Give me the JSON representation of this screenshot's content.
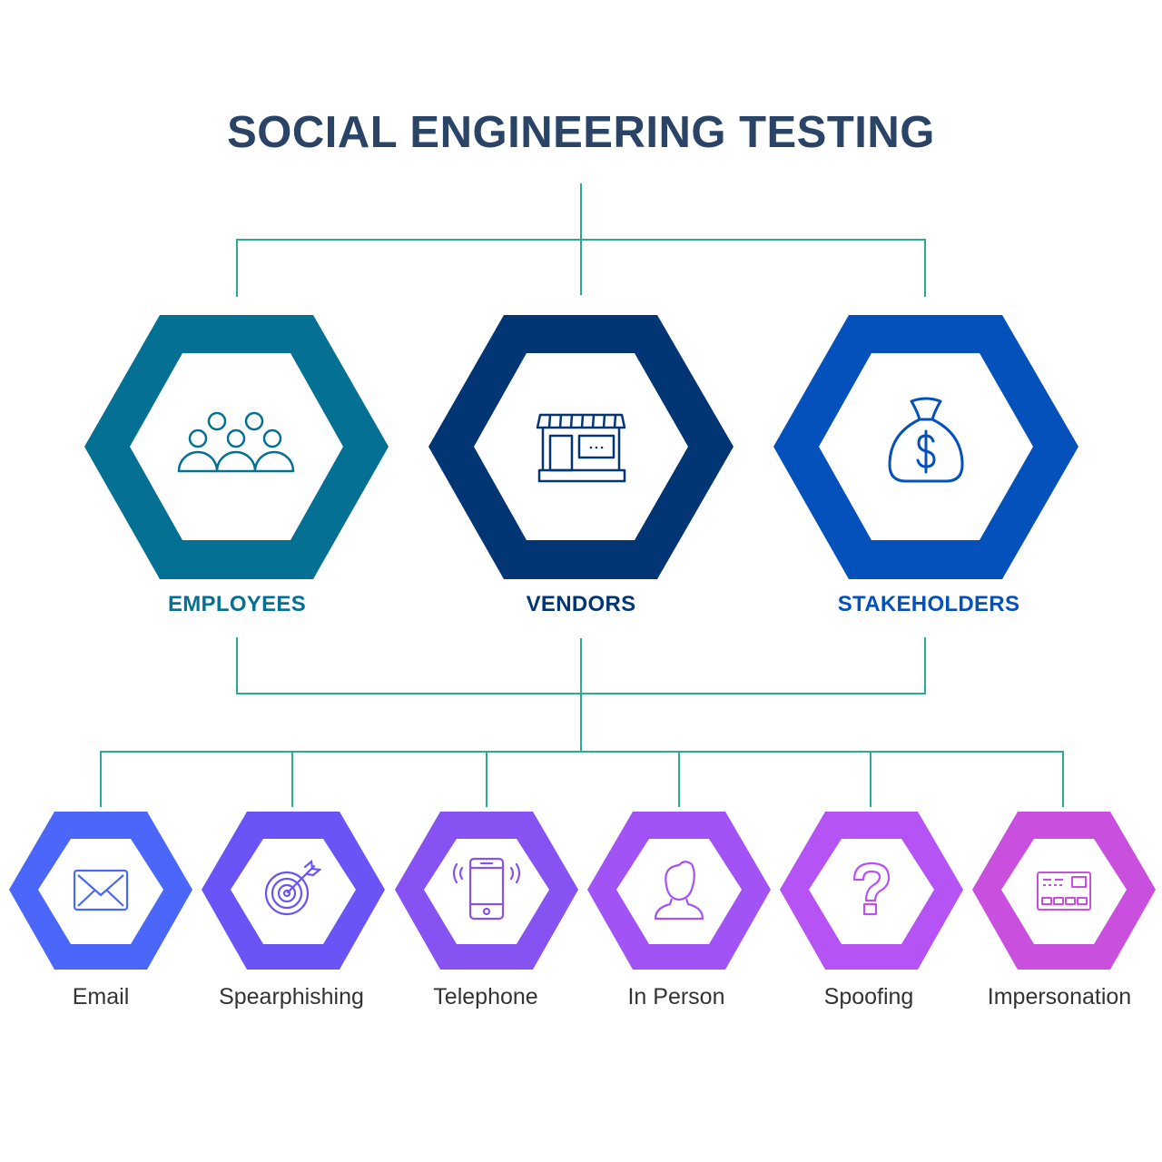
{
  "title": "SOCIAL ENGINEERING TESTING",
  "colors": {
    "title": "#2a4468",
    "connector": "#2bab95",
    "method_label": "#333333"
  },
  "categories": [
    {
      "label": "EMPLOYEES",
      "icon": "people-group-icon",
      "color": "#047093"
    },
    {
      "label": "VENDORS",
      "icon": "storefront-icon",
      "color": "#023574"
    },
    {
      "label": "STAKEHOLDERS",
      "icon": "money-bag-icon",
      "color": "#0451bb"
    }
  ],
  "methods": [
    {
      "label": "Email",
      "icon": "envelope-icon",
      "color": "#4a67fa"
    },
    {
      "label": "Spearphishing",
      "icon": "target-icon",
      "color": "#6a54f5"
    },
    {
      "label": "Telephone",
      "icon": "mobile-phone-icon",
      "color": "#8653f2"
    },
    {
      "label": "In Person",
      "icon": "person-icon",
      "color": "#a253f5"
    },
    {
      "label": "Spoofing",
      "icon": "question-mark-icon",
      "color": "#b553f5"
    },
    {
      "label": "Impersonation",
      "icon": "id-card-icon",
      "color": "#c94fde"
    }
  ]
}
